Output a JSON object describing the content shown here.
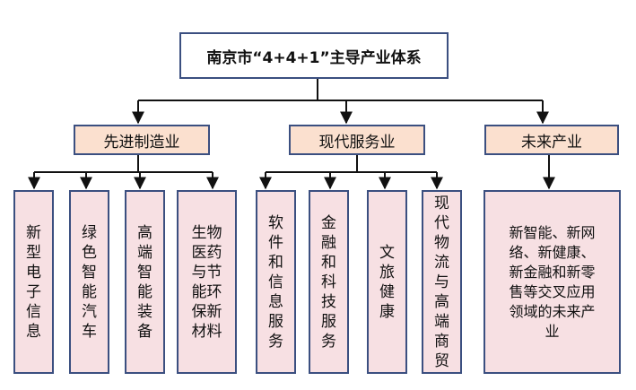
{
  "diagram": {
    "root": "南京市“4+4+1”主导产业体系",
    "categories": [
      {
        "label": "先进制造业",
        "children": [
          "新\n型\n电\n子\n信\n息",
          "绿\n色\n智\n能\n汽\n车",
          "高\n端\n智\n能\n装\n备",
          "生物\n医药\n与节\n能环\n保新\n材料"
        ]
      },
      {
        "label": "现代服务业",
        "children": [
          "软\n件\n和\n信\n息\n服\n务",
          "金\n融\n和\n科\n技\n服\n务",
          "文\n旅\n健\n康",
          "现\n代\n物\n流\n与\n高\n端\n商\n贸"
        ]
      },
      {
        "label": "未来产业",
        "children": [
          "新智能、新网\n络、新健康、\n新金融和新零\n售等交叉应用\n领域的未来产\n业"
        ]
      }
    ]
  },
  "colors": {
    "border": "#3b4f80",
    "category_fill": "#fbe0cf",
    "leaf_fill": "#f7e0e3",
    "connector": "#111111"
  }
}
